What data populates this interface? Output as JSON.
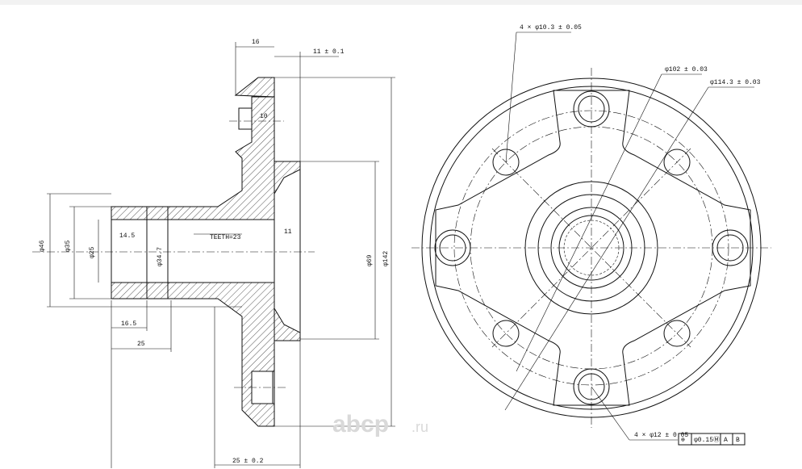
{
  "side_view": {
    "dims": {
      "d16": "16",
      "d11_tol": "11 ± 0.1",
      "d10": "10",
      "d11": "11",
      "d14_5": "14.5",
      "d16_5": "16.5",
      "d25": "25",
      "d25_tol": "25 ± 0.2",
      "teeth": "TEETH=23",
      "dia46": "φ46",
      "dia35": "φ35",
      "dia25": "φ25",
      "dia34": "φ34.7",
      "dia69": "φ69",
      "dia142": "φ142"
    }
  },
  "front_view": {
    "dims": {
      "holes_small": "4 × φ10.3 ± 0.05",
      "pcd102": "φ102 ± 0.03",
      "pcd114": "φ114.3 ± 0.03",
      "holes_large": "4 × φ12 ± 0.05",
      "tol_frame": [
        "⊕",
        "φ0.15",
        "Ⓜ",
        "A",
        "B"
      ]
    }
  },
  "watermark": {
    "brand": "abcp",
    "tld": ".ru"
  }
}
